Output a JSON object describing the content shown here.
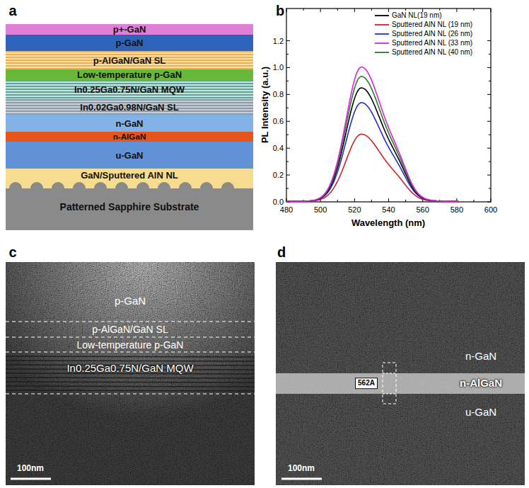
{
  "diagram": {
    "nodes": [
      {
        "text": [
          "p+-GaN"
        ]
      },
      {
        "text": [
          "p-GaN"
        ]
      },
      {
        "text": [
          "p-AlGaN/GaN SL"
        ]
      },
      {
        "text": [
          "Low-temperature p-GaN"
        ]
      },
      {
        "text": [
          "In0.25Ga0.75N/GaN MQW"
        ]
      },
      {
        "text": [
          "In0.02Ga0.98N/GaN SL"
        ]
      },
      {
        "text": [
          "n-GaN"
        ]
      },
      {
        "text": [
          "n-AlGaN"
        ]
      },
      {
        "text": [
          "u-GaN"
        ]
      },
      {
        "text": [
          "GaN/Sputtered AlN NL"
        ]
      },
      {
        "text": [
          "Patterned Sapphire Substrate"
        ]
      }
    ],
    "labels": [
      "a",
      "b",
      "c",
      "d",
      "PL Intensity (a.u.)",
      "Wavelength (nm)",
      "0.0",
      "0.2",
      "0.4",
      "0.6",
      "0.8",
      "1.0",
      "1.2",
      "480",
      "500",
      "520",
      "540",
      "560",
      "580",
      "600",
      "p-GaN",
      "p-AlGaN/GaN SL",
      "Low-temperature p-GaN",
      "In0.25Ga0.75N/GaN MQW",
      "100nm",
      "562A",
      "n-GaN",
      "n-AlGaN",
      "u-GaN",
      "100nm"
    ],
    "legend": [
      {
        "text": "GaN NL(19 nm)"
      },
      {
        "text": "Sputtered AlN NL (19 nm)"
      },
      {
        "text": "Sputtered AlN NL (26 nm)"
      },
      {
        "text": "Sputtered AlN NL (33 nm)"
      },
      {
        "text": "Sputtered AlN NL (40 nm)"
      }
    ]
  }
}
